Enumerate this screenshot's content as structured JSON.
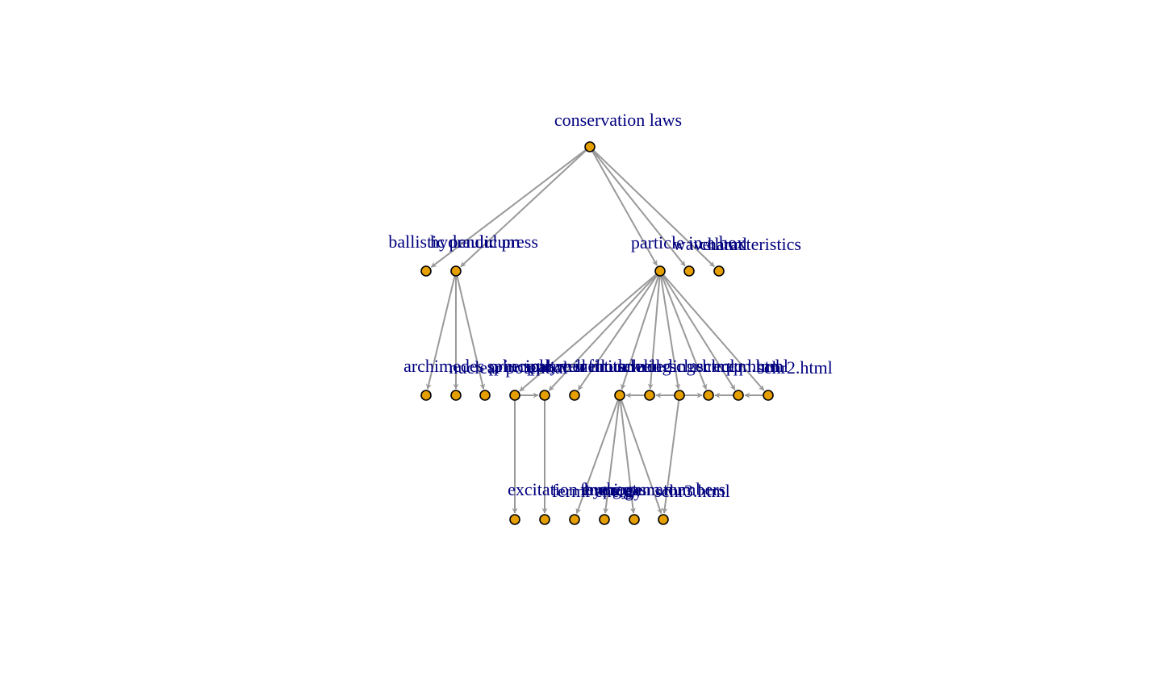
{
  "colors": {
    "label": "#00007F",
    "edge": "#999999",
    "node_fill": "#E69F00",
    "node_stroke": "#000000",
    "background": "#FFFFFF"
  },
  "nodes": [
    {
      "id": "n0",
      "label": "conservation laws",
      "level": 0
    },
    {
      "id": "n1",
      "label": "ballistic pendulum",
      "level": 1
    },
    {
      "id": "n2",
      "label": "hydraulic press",
      "level": 1
    },
    {
      "id": "n3",
      "label": "particle in a box",
      "level": 1
    },
    {
      "id": "n4",
      "label": "wave.html",
      "level": 1
    },
    {
      "id": "n5",
      "label": "characteristics",
      "level": 1
    },
    {
      "id": "n6",
      "label": "archimedes principle",
      "level": 2
    },
    {
      "id": "n7",
      "label": "nuclear potential",
      "level": 2
    },
    {
      "id": "n8",
      "label": "spherical well",
      "level": 2
    },
    {
      "id": "n9",
      "label": "square well",
      "level": 2
    },
    {
      "id": "n10",
      "label": "polymer model",
      "level": 2
    },
    {
      "id": "n11",
      "label": "infinite well",
      "level": 2
    },
    {
      "id": "n12",
      "label": "tunneling",
      "level": 2
    },
    {
      "id": "n13",
      "label": "schroedinger eq",
      "level": 2
    },
    {
      "id": "n14",
      "label": "schr.html",
      "level": 2
    },
    {
      "id": "n15",
      "label": "schreq.html",
      "level": 2
    },
    {
      "id": "n16",
      "label": "qm.html",
      "level": 2
    },
    {
      "id": "n17",
      "label": "schr2.html",
      "level": 2
    },
    {
      "id": "n18",
      "label": "excitation energy",
      "level": 3
    },
    {
      "id": "n19",
      "label": "fermi energy",
      "level": 3
    },
    {
      "id": "n20",
      "label": "fermi gas",
      "level": 3
    },
    {
      "id": "n21",
      "label": "hydrogen atom",
      "level": 3
    },
    {
      "id": "n22",
      "label": "quantum numbers",
      "level": 3
    },
    {
      "id": "n23",
      "label": "schr3.html",
      "level": 3
    }
  ],
  "edges": [
    [
      "n0",
      "n1"
    ],
    [
      "n0",
      "n2"
    ],
    [
      "n0",
      "n3"
    ],
    [
      "n0",
      "n4"
    ],
    [
      "n0",
      "n5"
    ],
    [
      "n2",
      "n6"
    ],
    [
      "n2",
      "n7"
    ],
    [
      "n2",
      "n8"
    ],
    [
      "n3",
      "n9"
    ],
    [
      "n3",
      "n10"
    ],
    [
      "n3",
      "n11"
    ],
    [
      "n3",
      "n12"
    ],
    [
      "n3",
      "n13"
    ],
    [
      "n3",
      "n14"
    ],
    [
      "n3",
      "n15"
    ],
    [
      "n3",
      "n16"
    ],
    [
      "n3",
      "n17"
    ],
    [
      "n9",
      "n10"
    ],
    [
      "n13",
      "n12"
    ],
    [
      "n14",
      "n13"
    ],
    [
      "n14",
      "n15"
    ],
    [
      "n16",
      "n15"
    ],
    [
      "n17",
      "n16"
    ],
    [
      "n9",
      "n18"
    ],
    [
      "n10",
      "n19"
    ],
    [
      "n12",
      "n20"
    ],
    [
      "n12",
      "n21"
    ],
    [
      "n12",
      "n22"
    ],
    [
      "n12",
      "n23"
    ],
    [
      "n14",
      "n23"
    ]
  ]
}
